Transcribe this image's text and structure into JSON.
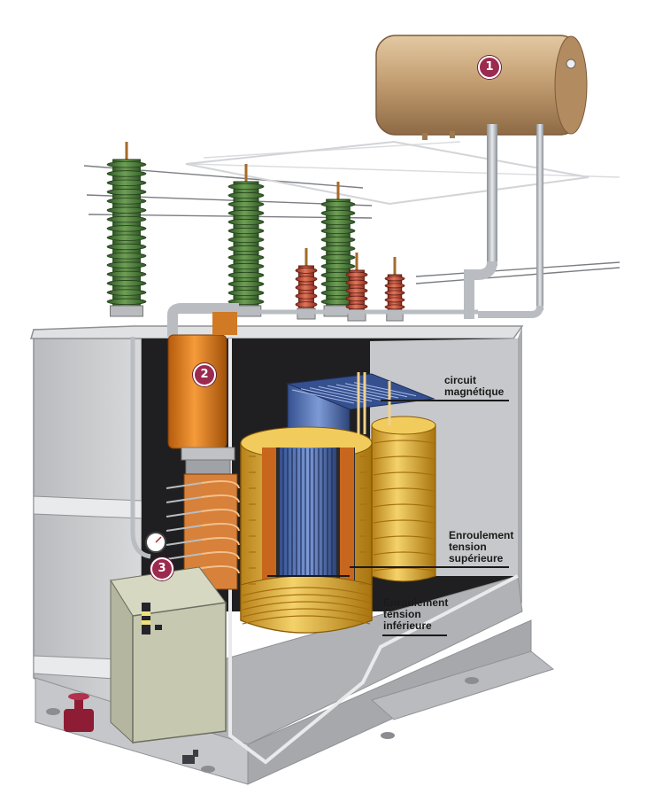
{
  "labels": {
    "circuit": "circuit\nmagnétique",
    "superieure": "Enroulement\ntension\nsupérieure",
    "inferieure": "Enroulement\ntension\ninférieure"
  },
  "badges": {
    "b1": "1",
    "b2": "2",
    "b3": "3"
  },
  "colors": {
    "tank": "#c9cacc",
    "conservator": "#c49f73",
    "insulator_hv": "#4e7d3f",
    "insulator_lv": "#c24a35",
    "coil": "#e4b53b",
    "core": "#4f6fb5",
    "badge": "#9c2a4e"
  }
}
